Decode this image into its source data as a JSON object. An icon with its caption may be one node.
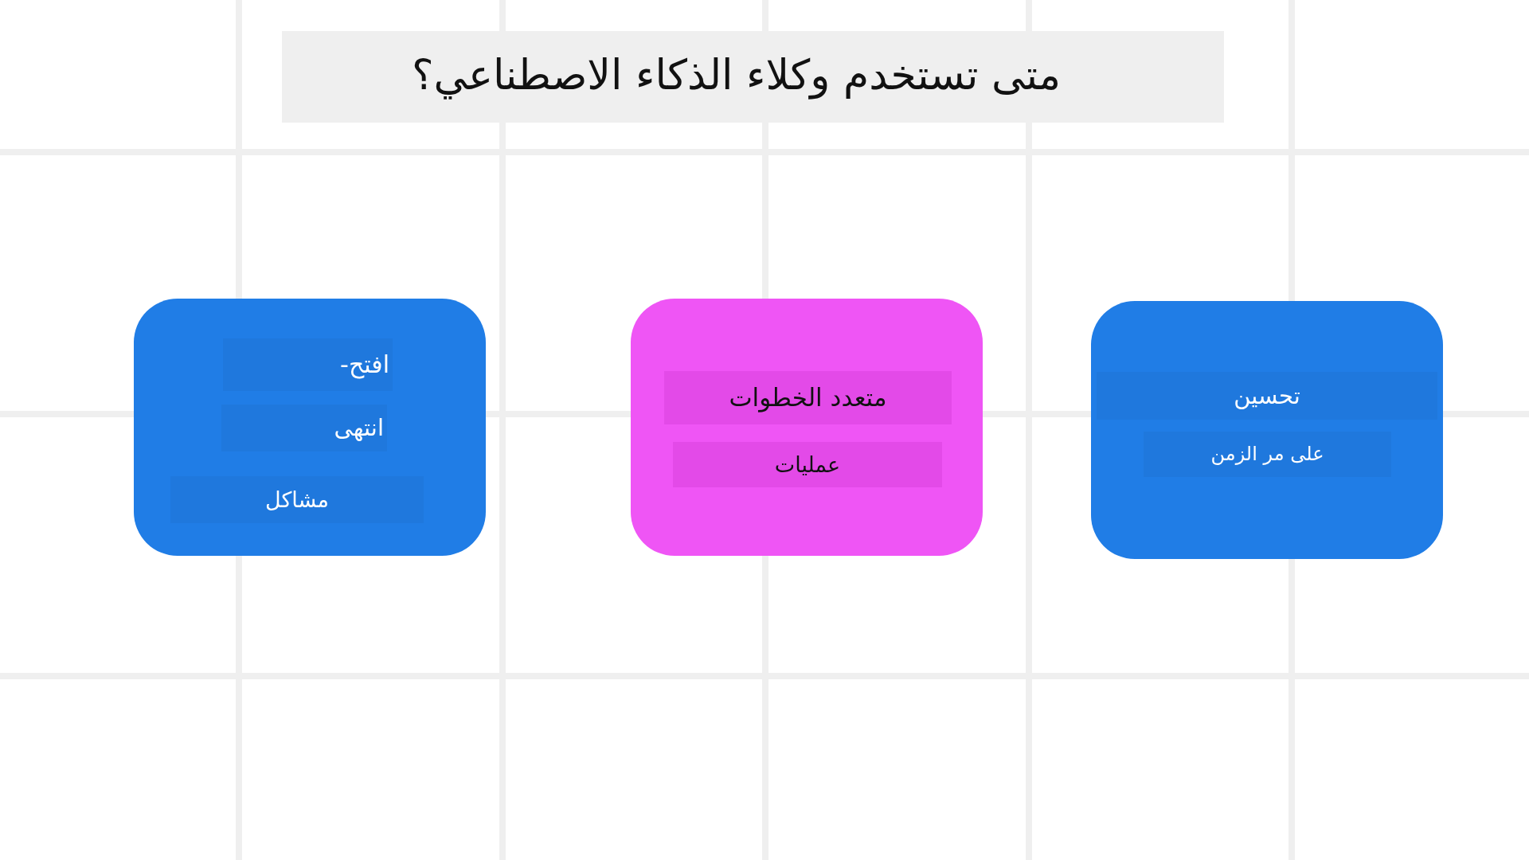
{
  "diagram": {
    "title": "متى تستخدم وكلاء الذكاء الاصطناعي؟",
    "nodes": [
      {
        "text": [],
        "shape": "box"
      },
      {
        "text": [
          "افتح-"
        ],
        "in": 0
      },
      {
        "text": [
          "انتهى"
        ],
        "in": 0
      },
      {
        "text": [
          "مشاكل"
        ],
        "in": 0
      },
      {
        "text": [],
        "shape": "box"
      },
      {
        "text": [
          "متعدد الخطوات"
        ],
        "in": 4
      },
      {
        "text": [
          "عمليات"
        ],
        "in": 4
      },
      {
        "text": [],
        "shape": "box"
      },
      {
        "text": [
          "تحسين"
        ],
        "in": 7
      },
      {
        "text": [
          "على مر الزمن"
        ],
        "in": 7
      }
    ]
  }
}
